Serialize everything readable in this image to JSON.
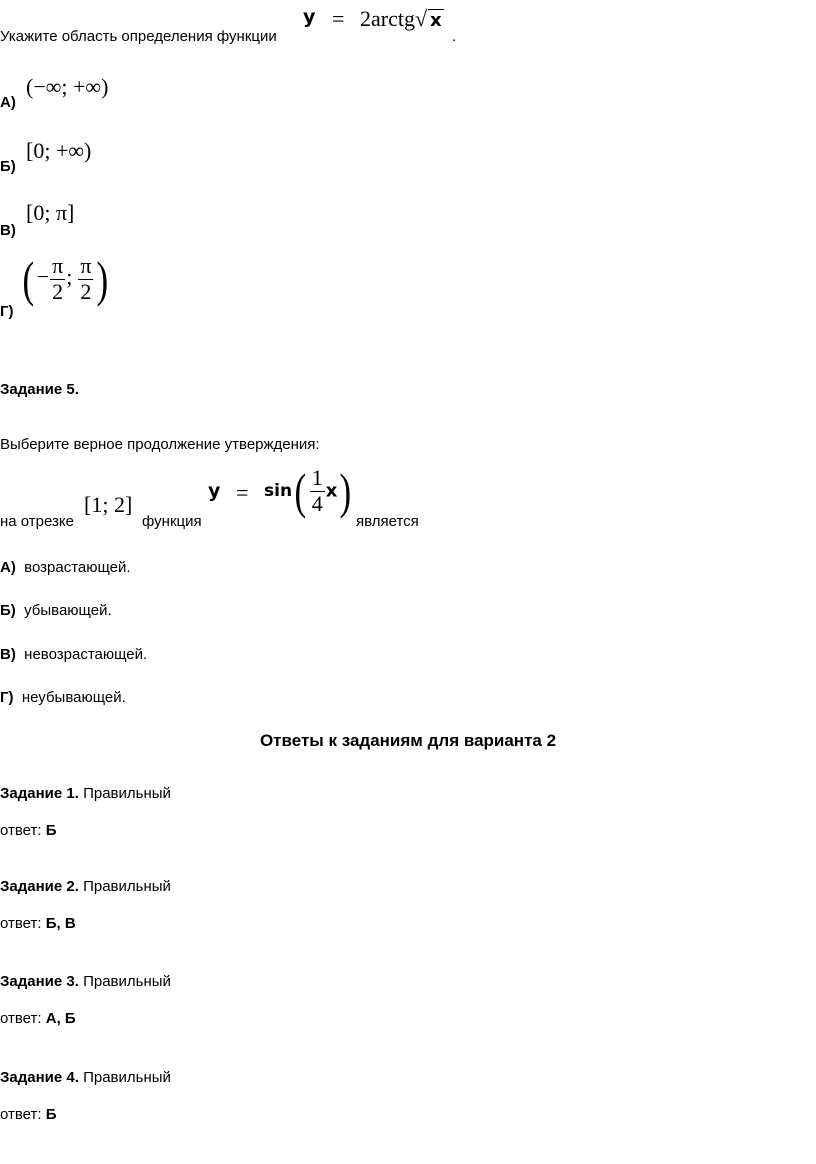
{
  "q4": {
    "prompt": "Укажите область определения функции",
    "formula_y": "y",
    "formula_eq": "=",
    "formula_rhs": "2arctg",
    "formula_radicand": "x",
    "trailing": ".",
    "options": [
      {
        "label": "А)",
        "value": "(−∞;  +∞)"
      },
      {
        "label": "Б)",
        "value": "[0;  +∞)"
      },
      {
        "label": "В)",
        "value": "[0;  π]"
      },
      {
        "label": "Г)",
        "value_minus": "−",
        "pi": "π",
        "two": "2",
        "sep": ";"
      }
    ]
  },
  "q5": {
    "title": "Задание 5.",
    "prompt": "Выберите верное продолжение утверждения:",
    "on_segment": "на отрезке",
    "segment": "[1;  2]",
    "function_word": "функция",
    "formula_y": "y",
    "formula_eq": "=",
    "formula_sin": "sin",
    "frac_num": "1",
    "frac_den": "4",
    "formula_x": "x",
    "is_word": "является",
    "options": [
      {
        "label": "А)",
        "text": "возрастающей."
      },
      {
        "label": "Б)",
        "text": "убывающей."
      },
      {
        "label": "В)",
        "text": "невозрастающей."
      },
      {
        "label": "Г)",
        "text": "неубывающей."
      }
    ]
  },
  "answers": {
    "heading": "Ответы к заданиям для варианта 2",
    "items": [
      {
        "task": "Задание 1.",
        "correct": "Правильный",
        "answer_label": "ответ:",
        "answer": "Б"
      },
      {
        "task": "Задание 2.",
        "correct": "Правильный",
        "answer_label": "ответ:",
        "answer": "Б, В"
      },
      {
        "task": "Задание 3.",
        "correct": "Правильный",
        "answer_label": "ответ:",
        "answer": "А, Б"
      },
      {
        "task": "Задание 4.",
        "correct": "Правильный",
        "answer_label": "ответ:",
        "answer": "Б"
      }
    ]
  }
}
